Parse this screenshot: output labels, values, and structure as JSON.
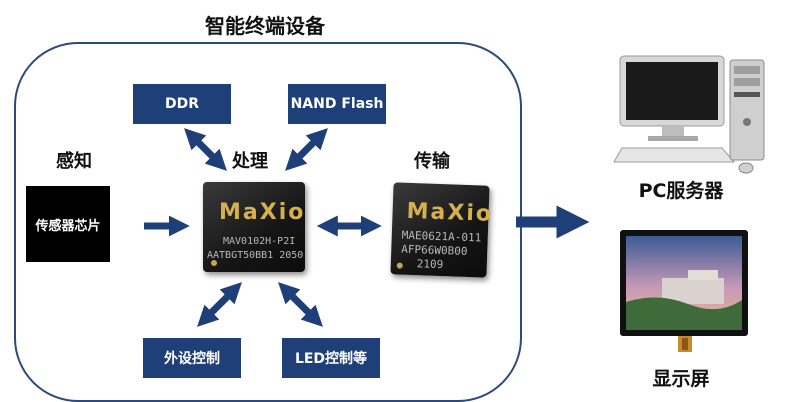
{
  "diagram": {
    "title": "智能终端设备",
    "stages": {
      "sense": "感知",
      "process": "处理",
      "transmit": "传输"
    },
    "blocks": {
      "ddr": "DDR",
      "nand": "NAND Flash",
      "sensor": "传感器芯片",
      "peripheral": "外设控制",
      "led": "LED控制等"
    },
    "chip_main": {
      "logo": "MaXio",
      "line1": "MAV0102H-P2I",
      "line2": "AATBGT50BB1 2050"
    },
    "chip_transmit": {
      "logo": "MaXio",
      "line1": "MAE0621A-011",
      "line2": "AFP66W0B00",
      "line3": "2109"
    },
    "outputs": {
      "server": "PC服务器",
      "display": "显示屏"
    },
    "colors": {
      "navy": "#1f3f78",
      "border": "#2c4a7a",
      "chip_gold": "#d6b04c"
    }
  }
}
